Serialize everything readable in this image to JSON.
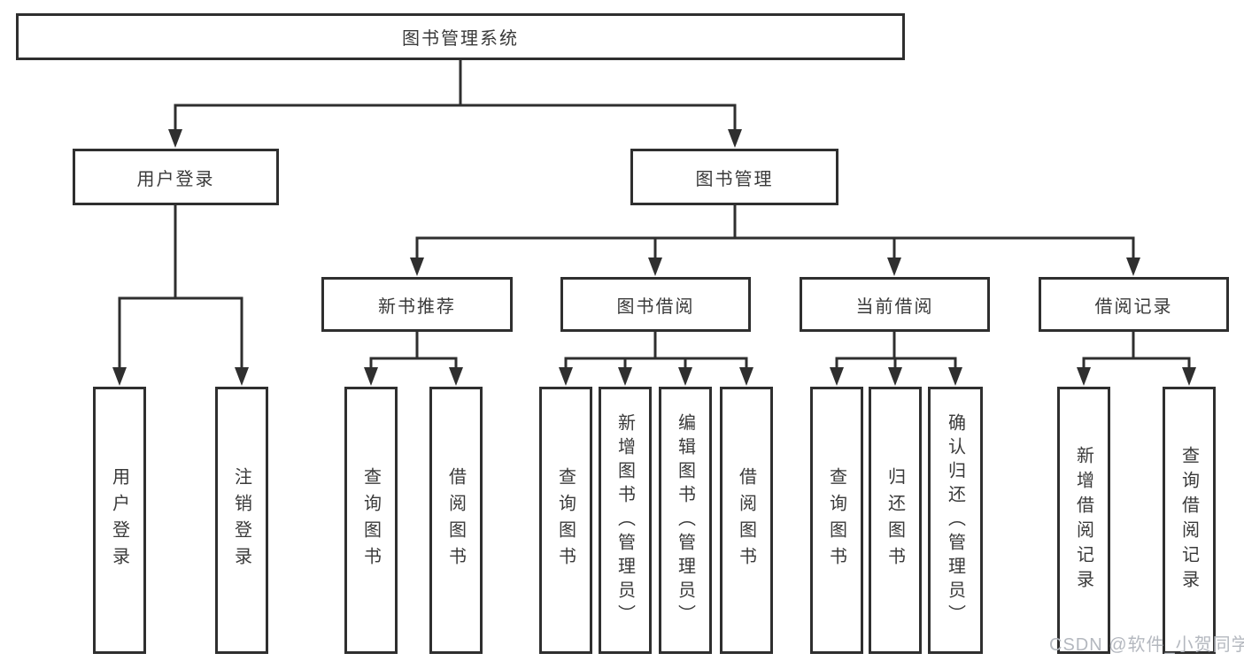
{
  "diagram": {
    "root": {
      "label": "图书管理系统"
    },
    "user_login": {
      "label": "用户登录",
      "children": [
        {
          "label": "用户登录"
        },
        {
          "label": "注销登录"
        }
      ]
    },
    "book_management": {
      "label": "图书管理",
      "sections": [
        {
          "label": "新书推荐",
          "children": [
            {
              "label": "查询图书"
            },
            {
              "label": "借阅图书"
            }
          ]
        },
        {
          "label": "图书借阅",
          "children": [
            {
              "label": "查询图书"
            },
            {
              "label": "新增图书（管理员）"
            },
            {
              "label": "编辑图书（管理员）"
            },
            {
              "label": "借阅图书"
            }
          ]
        },
        {
          "label": "当前借阅",
          "children": [
            {
              "label": "查询图书"
            },
            {
              "label": "归还图书"
            },
            {
              "label": "确认归还（管理员）"
            }
          ]
        },
        {
          "label": "借阅记录",
          "children": [
            {
              "label": "新增借阅记录"
            },
            {
              "label": "查询借阅记录"
            }
          ]
        }
      ]
    }
  },
  "colors": {
    "line": "#2f2f2f",
    "box_border": "#2f2f2f",
    "text": "#3a3a3a",
    "watermark": "#b4b8bf"
  },
  "watermark": {
    "text": "CSDN @软件_小贺同学"
  }
}
